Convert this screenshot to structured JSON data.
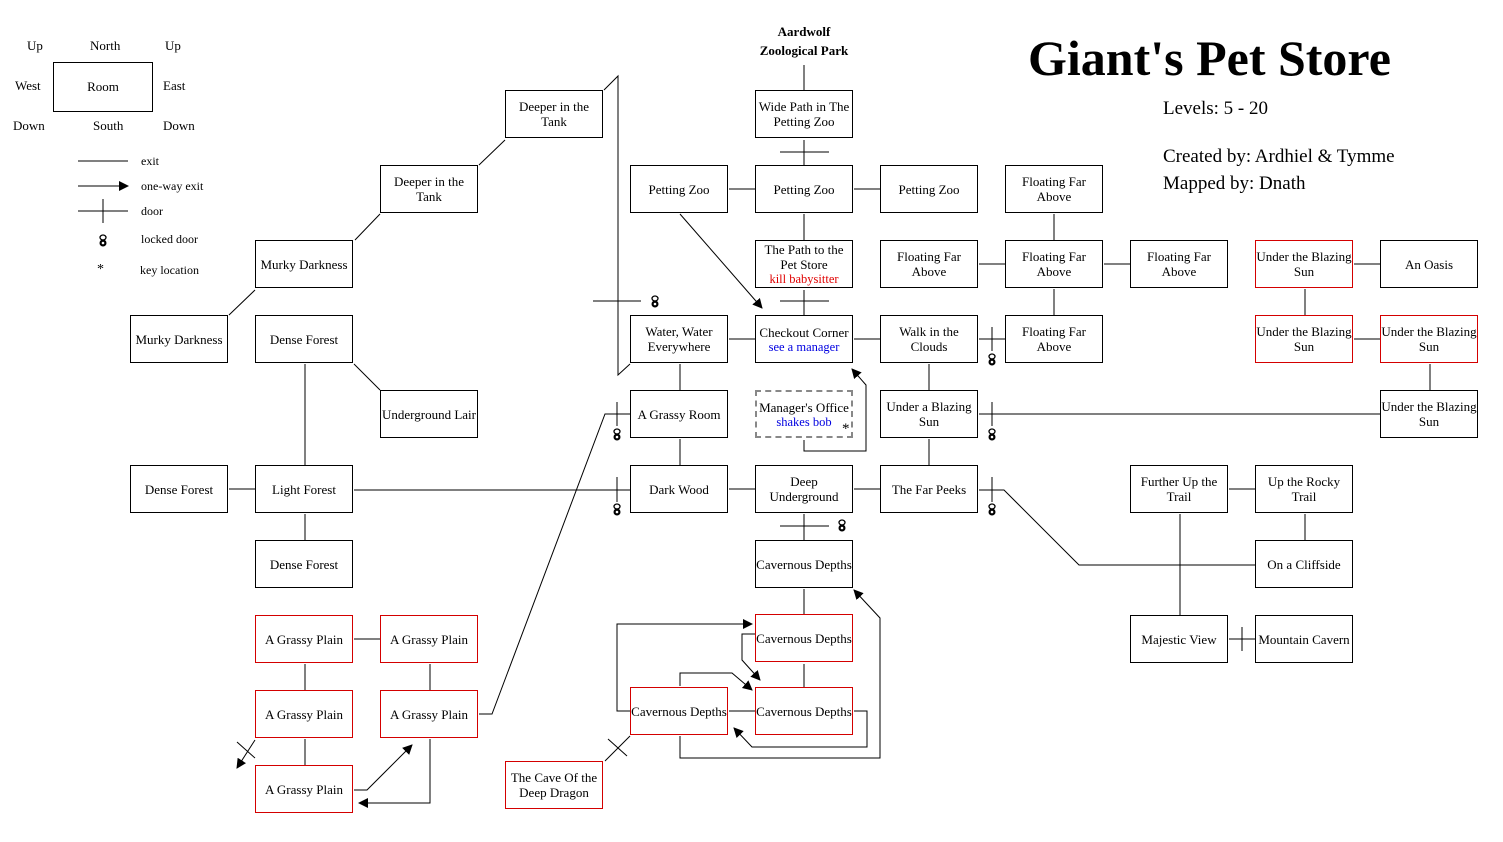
{
  "header": {
    "title": "Giant's Pet Store",
    "levels": "Levels: 5 - 20",
    "created_by": "Created by: Ardhiel & Tymme",
    "mapped_by": "Mapped by: Dnath"
  },
  "entrance_label": "Aardwolf Zoological Park",
  "legend": {
    "up_left": "Up",
    "north": "North",
    "up_right": "Up",
    "west": "West",
    "room": "Room",
    "east": "East",
    "down_left": "Down",
    "south": "South",
    "down_right": "Down",
    "symbols": [
      {
        "icon": "exit-line-icon",
        "label": "exit"
      },
      {
        "icon": "one-way-arrow-icon",
        "label": "one-way exit"
      },
      {
        "icon": "door-icon",
        "label": "door"
      },
      {
        "icon": "padlock-icon",
        "label": "locked door"
      },
      {
        "icon": "asterisk-icon",
        "label": "key location"
      }
    ]
  },
  "colors": {
    "normal_border": "#000000",
    "highlight_border": "#d40000",
    "special_border": "#888888",
    "note_red": "#e00000",
    "note_blue": "#0000e0"
  },
  "rooms": {
    "wide_path": {
      "name": "Wide Path in The Petting Zoo"
    },
    "petting_zoo_w": {
      "name": "Petting Zoo"
    },
    "petting_zoo_c": {
      "name": "Petting Zoo"
    },
    "petting_zoo_e": {
      "name": "Petting Zoo"
    },
    "path_to_store": {
      "name": "The Path to the Pet Store",
      "note": "kill babysitter"
    },
    "checkout_corner": {
      "name": "Checkout Corner",
      "note": "see a manager"
    },
    "managers_office": {
      "name": "Manager's Office",
      "note": "shakes bob",
      "key": "*"
    },
    "water": {
      "name": "Water, Water Everywhere"
    },
    "grassy_room": {
      "name": "A Grassy Room"
    },
    "dark_wood": {
      "name": "Dark Wood"
    },
    "deep_underground": {
      "name": "Deep Underground"
    },
    "cavernous_1": {
      "name": "Cavernous Depths"
    },
    "cavernous_2": {
      "name": "Cavernous Depths"
    },
    "cavernous_3": {
      "name": "Cavernous Depths"
    },
    "cavernous_4": {
      "name": "Cavernous Depths"
    },
    "cave_dragon": {
      "name": "The Cave Of the Deep Dragon"
    },
    "deeper_tank_1": {
      "name": "Deeper in the Tank"
    },
    "deeper_tank_2": {
      "name": "Deeper in the Tank"
    },
    "murky_1": {
      "name": "Murky Darkness"
    },
    "murky_2": {
      "name": "Murky Darkness"
    },
    "dense_forest_n": {
      "name": "Dense Forest"
    },
    "underground_lair": {
      "name": "Underground Lair"
    },
    "dense_forest_w": {
      "name": "Dense Forest"
    },
    "light_forest": {
      "name": "Light Forest"
    },
    "dense_forest_s": {
      "name": "Dense Forest"
    },
    "grassy_plain_1": {
      "name": "A Grassy Plain"
    },
    "grassy_plain_2": {
      "name": "A Grassy Plain"
    },
    "grassy_plain_3": {
      "name": "A Grassy Plain"
    },
    "grassy_plain_4": {
      "name": "A Grassy Plain"
    },
    "grassy_plain_5": {
      "name": "A Grassy Plain"
    },
    "floating_1": {
      "name": "Floating Far Above"
    },
    "floating_2": {
      "name": "Floating Far Above"
    },
    "floating_3": {
      "name": "Floating Far Above"
    },
    "floating_4": {
      "name": "Floating Far Above"
    },
    "floating_5": {
      "name": "Floating Far Above"
    },
    "walk_clouds": {
      "name": "Walk in the Clouds"
    },
    "under_blazing": {
      "name": "Under a Blazing Sun"
    },
    "far_peeks": {
      "name": "The Far Peeks"
    },
    "sun_1": {
      "name": "Under the Blazing Sun"
    },
    "oasis": {
      "name": "An Oasis"
    },
    "sun_2": {
      "name": "Under the Blazing Sun"
    },
    "sun_3": {
      "name": "Under the Blazing Sun"
    },
    "sun_4": {
      "name": "Under the Blazing Sun"
    },
    "further_up": {
      "name": "Further Up the Trail"
    },
    "rocky_trail": {
      "name": "Up the Rocky Trail"
    },
    "cliffside": {
      "name": "On a Cliffside"
    },
    "majestic_view": {
      "name": "Majestic View"
    },
    "mountain_cavern": {
      "name": "Mountain Cavern"
    }
  }
}
